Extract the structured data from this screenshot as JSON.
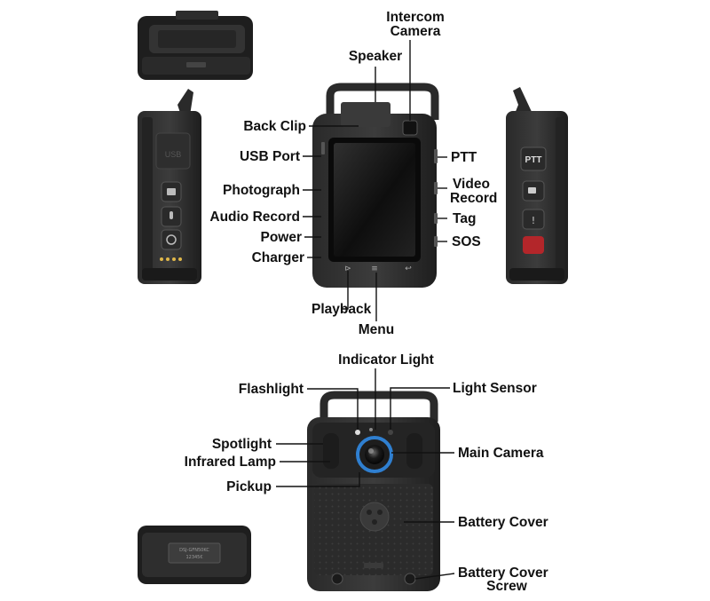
{
  "labels": {
    "intercom_camera_line1": "Intercom",
    "intercom_camera_line2": "Camera",
    "speaker": "Speaker",
    "back_clip": "Back Clip",
    "usb_port": "USB Port",
    "photograph": "Photograph",
    "audio_record": "Audio Record",
    "power": "Power",
    "charger": "Charger",
    "ptt": "PTT",
    "video_record_line1": "Video",
    "video_record_line2": "Record",
    "tag": "Tag",
    "sos": "SOS",
    "playback": "Playback",
    "menu": "Menu",
    "indicator_light": "Indicator Light",
    "flashlight": "Flashlight",
    "light_sensor": "Light Sensor",
    "spotlight": "Spotlight",
    "infrared_lamp": "Infrared Lamp",
    "main_camera": "Main Camera",
    "pickup": "Pickup",
    "battery_cover": "Battery Cover",
    "battery_cover_screw_line1": "Battery Cover",
    "battery_cover_screw_line2": "Screw"
  },
  "device_text": {
    "side_usb": "USB",
    "ptt_button": "PTT",
    "bottom_plate_line1": "DSJ-GFN50KC",
    "bottom_plate_line2": "12345€"
  },
  "colors": {
    "body_dark": "#1c1c1c",
    "body_mid": "#3a3a3a",
    "body_light": "#5a5a5a",
    "screen": "#111111",
    "lens_ring": "#2f7fd0",
    "sos_red": "#b3262a",
    "charger_pins": "#e0b84a"
  }
}
